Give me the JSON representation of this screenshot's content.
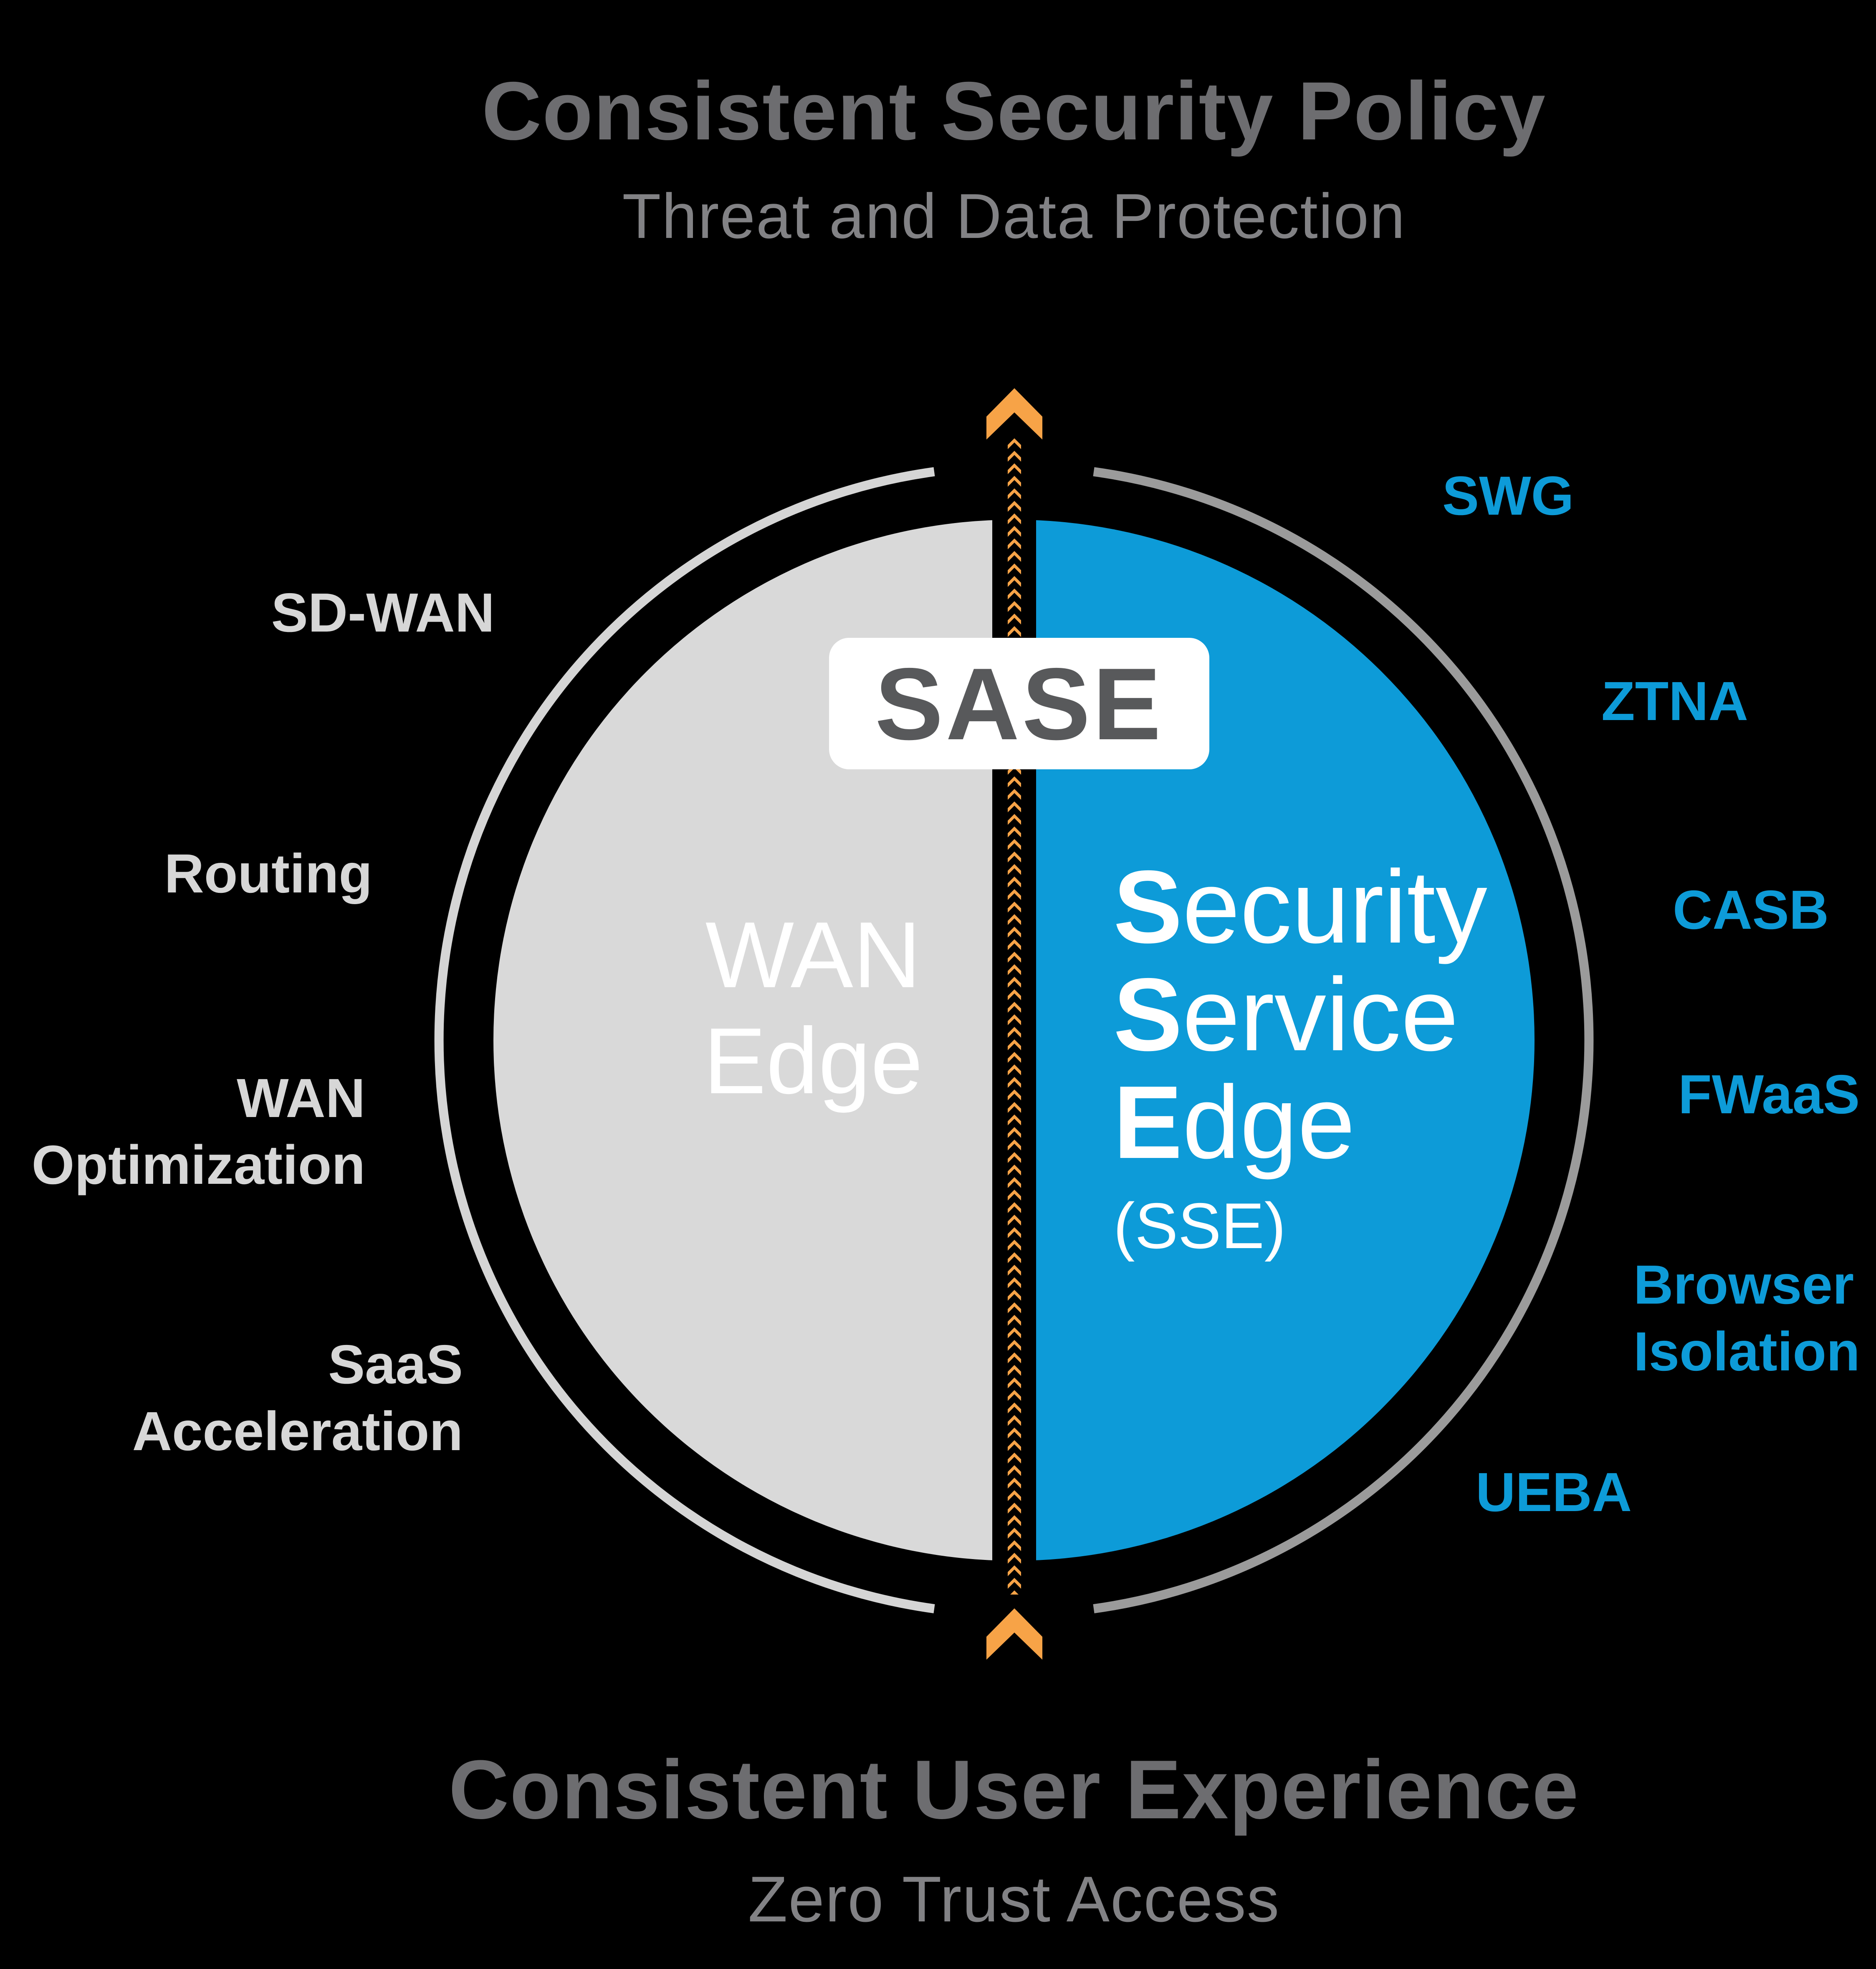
{
  "top": {
    "title": "Consistent Security Policy",
    "subtitle": "Threat and Data Protection"
  },
  "bottom": {
    "title": "Consistent User Experience",
    "subtitle": "Zero Trust Access"
  },
  "center": {
    "sase_label": "SASE",
    "wan_edge": {
      "line1": "WAN",
      "line2": "Edge"
    },
    "sse": {
      "l1b": "S",
      "l1r": "ecurity",
      "l2b": "S",
      "l2r": "ervice",
      "l3b": "E",
      "l3r": "dge",
      "abbrev": "(SSE)"
    }
  },
  "left_labels": [
    {
      "line1": "SD-WAN"
    },
    {
      "line1": "Routing"
    },
    {
      "line1": "WAN",
      "line2": "Optimization"
    },
    {
      "line1": "SaaS",
      "line2": "Acceleration"
    }
  ],
  "right_labels": [
    {
      "line1": "SWG"
    },
    {
      "line1": "ZTNA"
    },
    {
      "line1": "CASB"
    },
    {
      "line1": "FWaaS"
    },
    {
      "line1": "Browser",
      "line2": "Isolation"
    },
    {
      "line1": "UEBA"
    }
  ],
  "icons": {
    "arrow": "up-chevron-arrow-icon"
  },
  "colors": {
    "background": "#000000",
    "wan_half": "#d9d9d9",
    "sse_half": "#0d9bd8",
    "arrow_orange": "#f7a347",
    "ring_left": "#d5d5d5",
    "ring_right": "#9b9b9b",
    "sase_text": "#58595b",
    "heading_gray": "#6d6d70",
    "subheading_gray": "#828285",
    "left_label_gray": "#d7d7d7",
    "right_label_blue": "#0d9bd8"
  }
}
